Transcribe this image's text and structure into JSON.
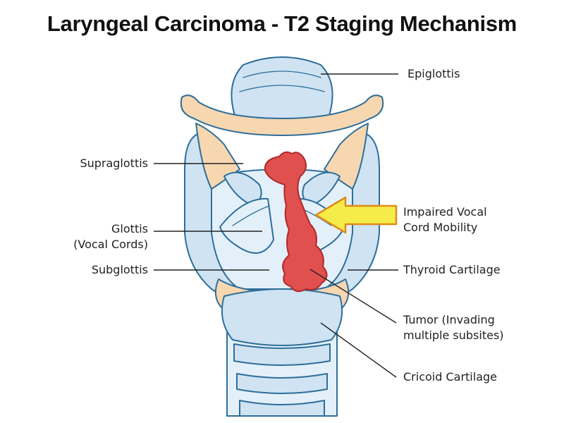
{
  "title": "Laryngeal Carcinoma - T2 Staging Mechanism",
  "labels": {
    "epiglottis": "Epiglottis",
    "supraglottis": "Supraglottis",
    "glottis_line1": "Glottis",
    "glottis_line2": "(Vocal Cords)",
    "subglottis": "Subglottis",
    "impaired_line1": "Impaired Vocal",
    "impaired_line2": "Cord Mobility",
    "thyroid": "Thyroid Cartilage",
    "tumor_line1": "Tumor (Invading",
    "tumor_line2": "multiple subsites)",
    "cricoid": "Cricoid Cartilage"
  },
  "colors": {
    "outline": "#2f6e9a",
    "cartilage_blue": "#cfe3f3",
    "cartilage_light": "#e3f0fa",
    "tissue_peach": "#f7d7b0",
    "tumor": "#e0504f",
    "tumor_outline": "#b02a2a",
    "arrow": "#f5ec4a",
    "arrow_outline": "#e08a1a"
  }
}
